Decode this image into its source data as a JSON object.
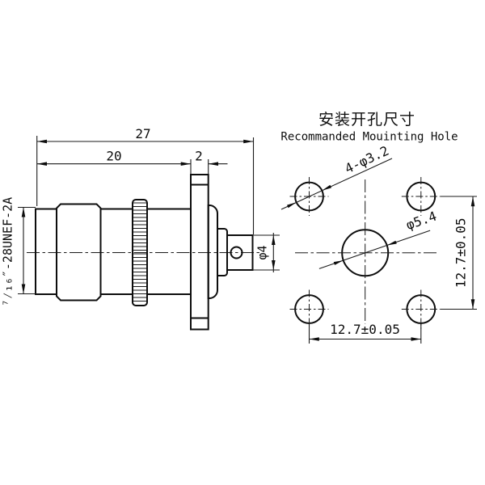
{
  "title": {
    "zh": "安装开孔尺寸",
    "en": "Recommanded Mouinting Hole"
  },
  "side_view": {
    "dim_total_length": "27",
    "dim_body_length": "20",
    "dim_flange_thickness": "2",
    "thread_spec": "⁷⁄₁₆″-28UNEF-2A",
    "dim_pin_diameter": "φ4"
  },
  "hole_view": {
    "corner_holes_label": "4-φ3.2",
    "center_hole_label": "φ5.4",
    "dim_hole_pitch_horizontal": "12.7±0.05",
    "dim_hole_pitch_vertical": "12.7±0.05"
  },
  "colors": {
    "line": "#0d0d0d",
    "background": "#ffffff"
  }
}
